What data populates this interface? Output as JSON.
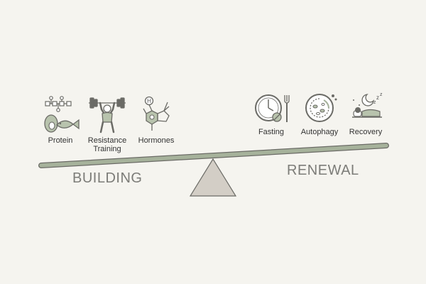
{
  "building": {
    "heading": "BUILDING",
    "items": [
      {
        "label": "Protein"
      },
      {
        "label": "Resistance\nTraining"
      },
      {
        "label": "Hormones"
      }
    ]
  },
  "renewal": {
    "heading": "RENEWAL",
    "items": [
      {
        "label": "Fasting"
      },
      {
        "label": "Autophagy"
      },
      {
        "label": "Recovery"
      }
    ]
  },
  "colors": {
    "background": "#f5f4ef",
    "line": "#6b6b66",
    "sage": "#b8c3ad",
    "beam": "#a6b29b",
    "fulcrum": "#d3cec6",
    "heading": "#7c7c78"
  },
  "icons": [
    "protein-icon",
    "resistance-training-icon",
    "hormones-icon",
    "fasting-icon",
    "autophagy-icon",
    "recovery-icon"
  ]
}
